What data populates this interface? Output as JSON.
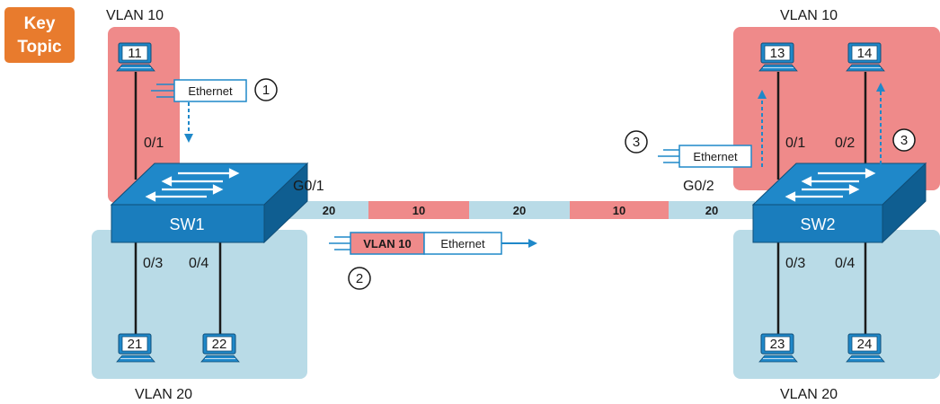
{
  "key_topic": {
    "line1": "Key",
    "line2": "Topic"
  },
  "colors": {
    "vlan10": "#ef8a8a",
    "vlan20": "#b9dbe7",
    "switch": "#1f88c9",
    "key_topic": "#e87b2d",
    "frame_arrow": "#1f88c9"
  },
  "vlans": {
    "sw1_top": "VLAN 10",
    "sw1_bottom": "VLAN 20",
    "sw2_top": "VLAN 10",
    "sw2_bottom": "VLAN 20"
  },
  "switches": {
    "sw1": "SW1",
    "sw2": "SW2"
  },
  "pcs": {
    "pc11": "11",
    "pc21": "21",
    "pc22": "22",
    "pc13": "13",
    "pc14": "14",
    "pc23": "23",
    "pc24": "24"
  },
  "ports": {
    "sw1_p1": "0/1",
    "sw1_p3": "0/3",
    "sw1_p4": "0/4",
    "sw1_trunk": "G0/1",
    "sw2_p1": "0/1",
    "sw2_p2": "0/2",
    "sw2_p3": "0/3",
    "sw2_p4": "0/4",
    "sw2_trunk": "G0/2"
  },
  "trunk_segments": [
    "20",
    "10",
    "20",
    "10",
    "20"
  ],
  "frames": {
    "f1": "Ethernet",
    "f2_tag": "VLAN 10",
    "f2_body": "Ethernet",
    "f3": "Ethernet"
  },
  "steps": {
    "s1": "1",
    "s2": "2",
    "s3a": "3",
    "s3b": "3"
  }
}
